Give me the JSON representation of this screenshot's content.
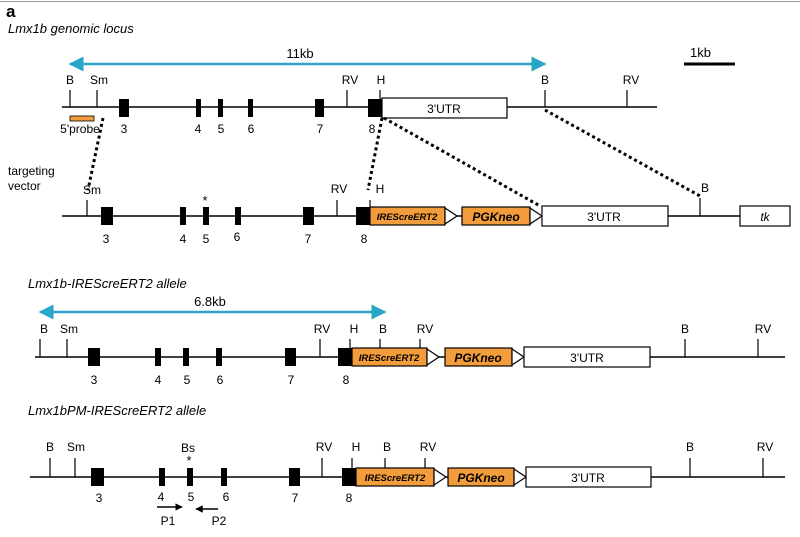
{
  "panel": "a",
  "colors": {
    "span_arrow": "#2aa6c8",
    "cassette": "#f39c3b",
    "line": "#000000",
    "probe": "#f39c3b"
  },
  "scale_bar": "1kb",
  "wt": {
    "title": "Lmx1b genomic locus",
    "span": "11kb",
    "sites": [
      "B",
      "Sm",
      "RV",
      "H",
      "B",
      "RV"
    ],
    "exons": [
      "3",
      "4",
      "5",
      "6",
      "7",
      "8"
    ],
    "utr": "3'UTR",
    "probe": "5'probe"
  },
  "tv": {
    "title_line1": "targeting",
    "title_line2": "vector",
    "sites": [
      "Sm",
      "RV",
      "H",
      "B"
    ],
    "exons": [
      "3",
      "4",
      "5",
      "6",
      "7",
      "8"
    ],
    "star": "*",
    "cassettes": [
      "IREScreERT2",
      "PGKneo"
    ],
    "utr": "3'UTR",
    "tk": "tk"
  },
  "a1": {
    "title": "Lmx1b-IREScreERT2 allele",
    "span": "6.8kb",
    "sites": [
      "B",
      "Sm",
      "RV",
      "H",
      "B",
      "RV",
      "B",
      "RV"
    ],
    "exons": [
      "3",
      "4",
      "5",
      "6",
      "7",
      "8"
    ],
    "cassettes": [
      "IREScreERT2",
      "PGKneo"
    ],
    "utr": "3'UTR"
  },
  "a2": {
    "title": "Lmx1bPM-IREScreERT2 allele",
    "sites": [
      "B",
      "Sm",
      "Bs",
      "RV",
      "H",
      "B",
      "RV",
      "B",
      "RV"
    ],
    "star": "*",
    "exons": [
      "3",
      "4",
      "5",
      "6",
      "7",
      "8"
    ],
    "cassettes": [
      "IREScreERT2",
      "PGKneo"
    ],
    "utr": "3'UTR",
    "primers": [
      "P1",
      "P2"
    ]
  }
}
